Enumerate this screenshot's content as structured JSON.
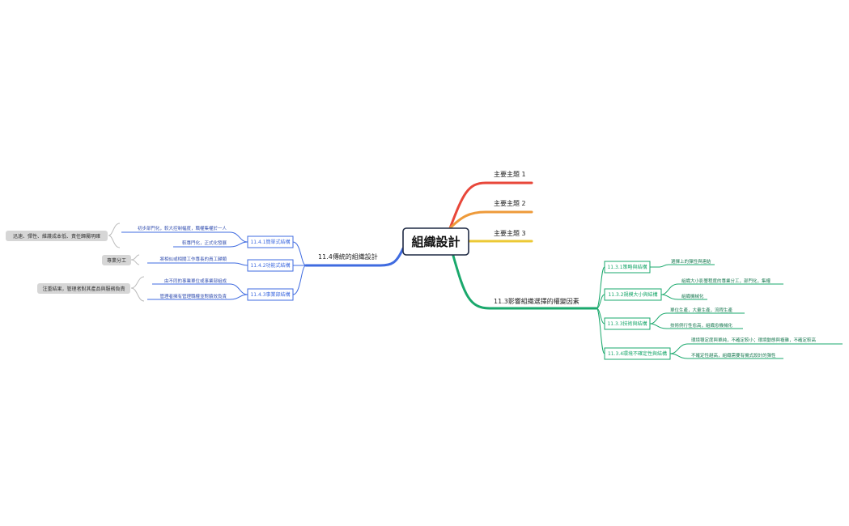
{
  "center": {
    "label": "組織設計"
  },
  "topics": {
    "t1": {
      "label": "主要主題 1",
      "color": "#e8473a"
    },
    "t2": {
      "label": "主要主題 2",
      "color": "#ee9a3a"
    },
    "t3": {
      "label": "主要主題 3",
      "color": "#ecc935"
    },
    "t113": {
      "label": "11.3影響組織選擇的權變因素",
      "color": "#1aa86c"
    },
    "t114": {
      "label": "11.4傳統的組織設計",
      "color": "#3f6be0"
    }
  },
  "right_branch": {
    "s1": {
      "label": "11.3.1策略與結構",
      "leaves": [
        "選擇上的彈性與連結"
      ]
    },
    "s2": {
      "label": "11.3.2規模大小與結構",
      "leaves": [
        "組織大小影響程度的專業分工，部門化，集權",
        "組織機械化"
      ]
    },
    "s3": {
      "label": "11.3.3技術與結構",
      "leaves": [
        "單位生產，大量生產，流程生產",
        "技術例行性愈高，組織愈機械化"
      ]
    },
    "s4": {
      "label": "11.3.4環境不確定性與結構",
      "leaves": [
        "環境穩定度與單純，不確定較小；環境動態與複雜，不確定較高",
        "不確定性越高，組織需要有機式設計的彈性"
      ]
    }
  },
  "left_branch": {
    "s1": {
      "label": "11.4.1簡單式結構",
      "leaves": [
        "初步部門化，較大控制幅度，職權集權於一人",
        "較專門化，正式化發展"
      ],
      "note": "迅速、彈性、維護成本低、責任歸屬明確"
    },
    "s2": {
      "label": "11.4.2功能式結構",
      "leaves": [
        "將相似或相關工作專長的員工歸類"
      ],
      "note": "專業分工"
    },
    "s3": {
      "label": "11.4.3事業部結構",
      "leaves": [
        "由不同的事業單位或事業部組成",
        "管理者擁有管理職權並對績效負責"
      ],
      "note": "注重結果，管理者對其產品與服務負責"
    }
  }
}
